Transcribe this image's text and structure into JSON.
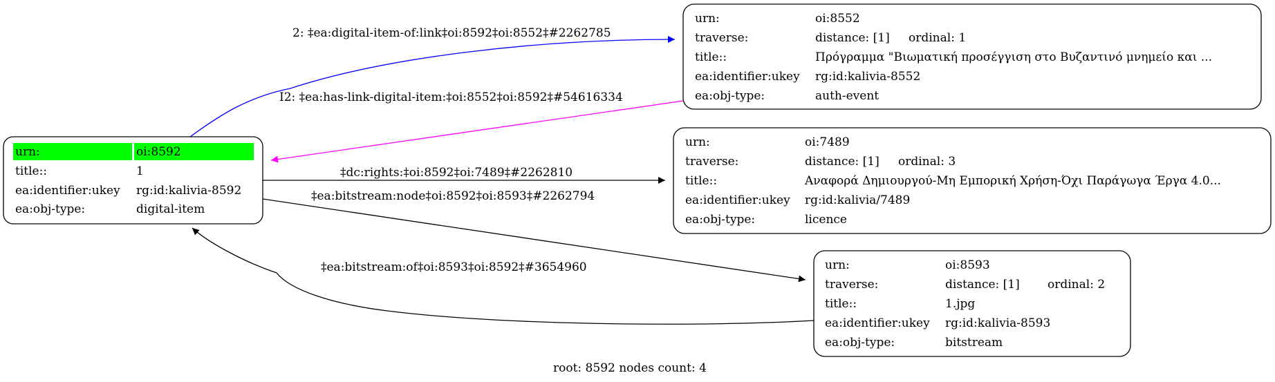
{
  "colors": {
    "root_highlight": "#00ff00",
    "edge_default": "#000000",
    "edge_link": "#0000ff",
    "edge_inverse_link": "#ff00ff"
  },
  "nodes": [
    {
      "id": "8592",
      "root": true,
      "rows": [
        {
          "key": "urn:",
          "value": "oi:8592",
          "highlight": true
        },
        {
          "key": "title::",
          "value": "1"
        },
        {
          "key": "ea:identifier:ukey",
          "value": "rg:id:kalivia-8592"
        },
        {
          "key": "ea:obj-type:",
          "value": "digital-item"
        }
      ]
    },
    {
      "id": "8552",
      "rows": [
        {
          "key": "urn:",
          "value": "oi:8552"
        },
        {
          "key": "traverse:",
          "value": "distance: [1]",
          "value2": "ordinal: 1"
        },
        {
          "key": "title::",
          "value": "Πρόγραμμα \"Βιωματική προσέγγιση στο Βυζαντινό μνημείο και ..."
        },
        {
          "key": "ea:identifier:ukey",
          "value": "rg:id:kalivia-8552"
        },
        {
          "key": "ea:obj-type:",
          "value": "auth-event"
        }
      ]
    },
    {
      "id": "7489",
      "rows": [
        {
          "key": "urn:",
          "value": "oi:7489"
        },
        {
          "key": "traverse:",
          "value": "distance: [1]",
          "value2": "ordinal: 3"
        },
        {
          "key": "title::",
          "value": "Αναφορά Δημιουργού-Μη Εμπορική Χρήση-Όχι Παράγωγα Έργα 4.0..."
        },
        {
          "key": "ea:identifier:ukey",
          "value": "rg:id:kalivia/7489"
        },
        {
          "key": "ea:obj-type:",
          "value": "licence"
        }
      ]
    },
    {
      "id": "8593",
      "rows": [
        {
          "key": "urn:",
          "value": "oi:8593"
        },
        {
          "key": "traverse:",
          "value": "distance: [1]",
          "value2": "ordinal: 2"
        },
        {
          "key": "title::",
          "value": "1.jpg"
        },
        {
          "key": "ea:identifier:ukey",
          "value": "rg:id:kalivia-8593"
        },
        {
          "key": "ea:obj-type:",
          "value": "bitstream"
        }
      ]
    }
  ],
  "edges": [
    {
      "from": "8592",
      "to": "8552",
      "label": "2: ‡ea:digital-item-of:link‡oi:8592‡oi:8552‡#2262785",
      "color": "#0000ff"
    },
    {
      "from": "8552",
      "to": "8592",
      "label": "I2: ‡ea:has-link-digital-item:‡oi:8552‡oi:8592‡#54616334",
      "color": "#ff00ff"
    },
    {
      "from": "8592",
      "to": "7489",
      "label": "‡dc:rights:‡oi:8592‡oi:7489‡#2262810",
      "color": "#000000"
    },
    {
      "from": "8592",
      "to": "8593",
      "label": "‡ea:bitstream:node‡oi:8592‡oi:8593‡#2262794",
      "color": "#000000"
    },
    {
      "from": "8593",
      "to": "8592",
      "label": "‡ea:bitstream:of‡oi:8593‡oi:8592‡#3654960",
      "color": "#000000"
    }
  ],
  "footer": "root: 8592 nodes count: 4"
}
